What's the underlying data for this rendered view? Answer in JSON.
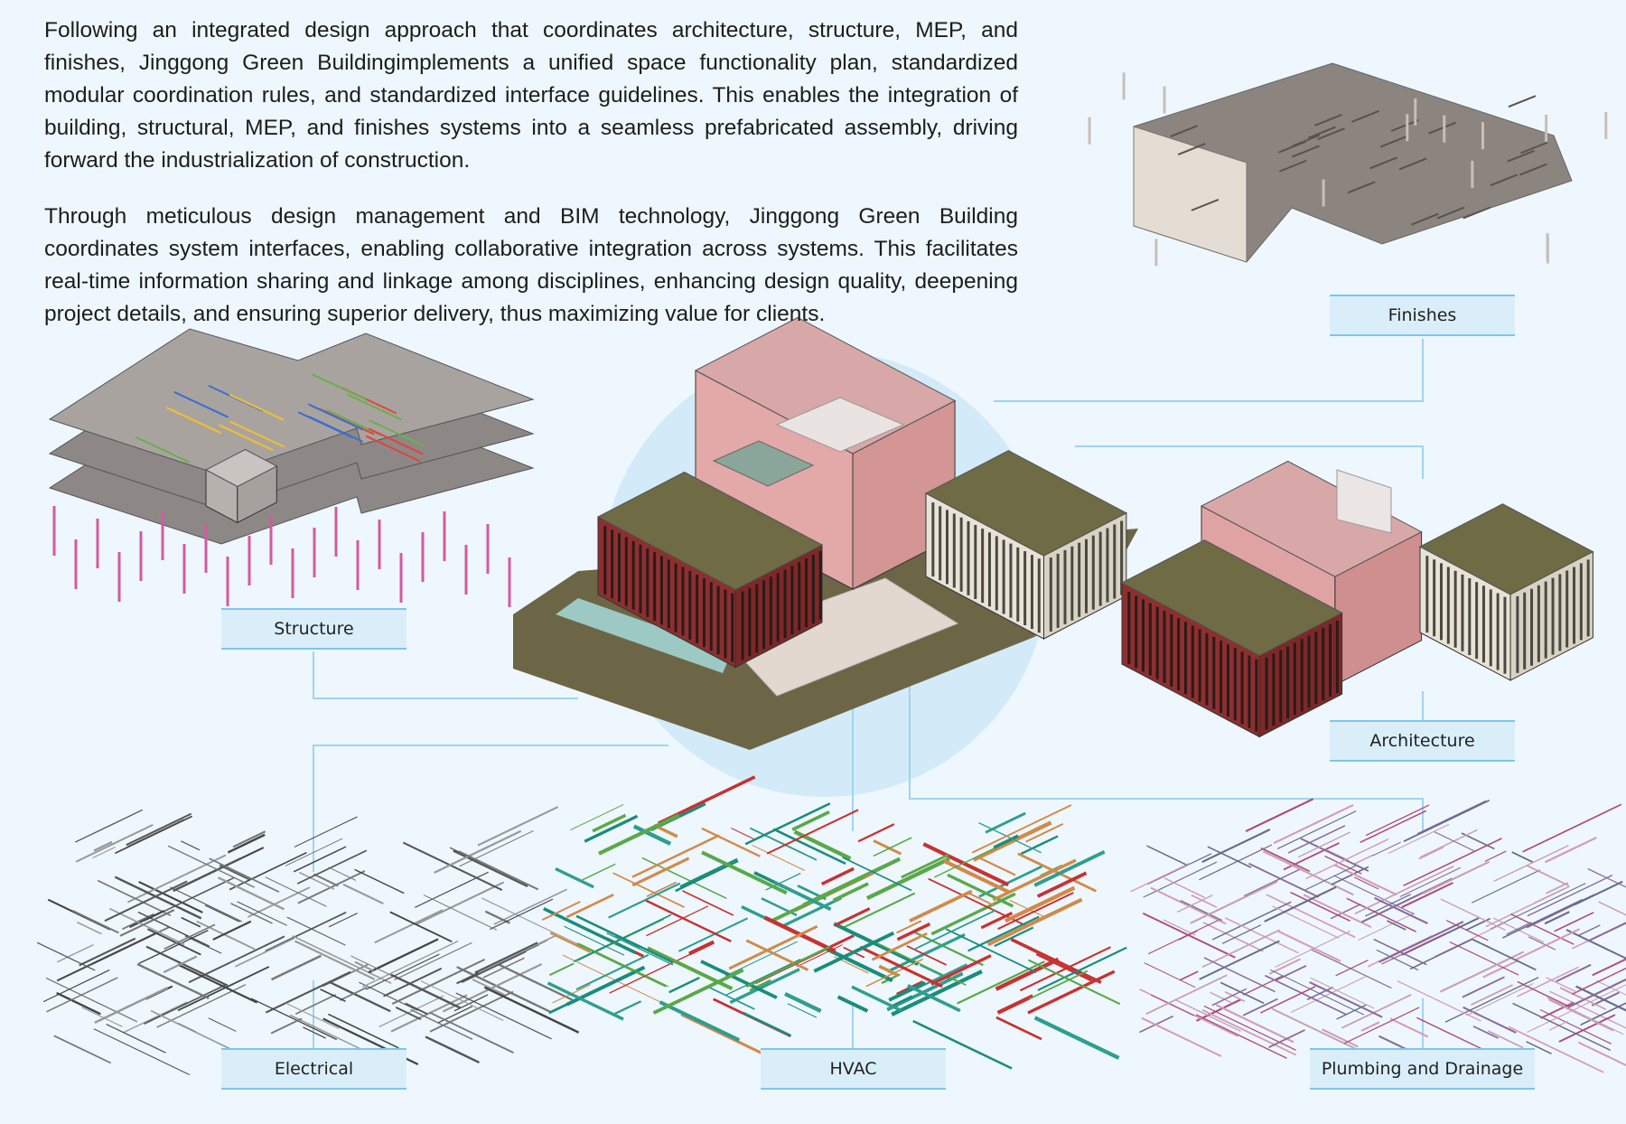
{
  "paragraphs": [
    "Following an integrated design approach that coordinates architecture, structure, MEP, and finishes, Jinggong Green Buildingimplements a unified space functionality plan, standardized modular coordination rules, and standardized interface guidelines. This enables the integration of building, structural, MEP, and finishes systems into a seamless prefabricated assembly, driving forward the industrialization of construction.",
    "Through meticulous design management and BIM technology, Jinggong Green Building coordinates system interfaces, enabling collaborative integration across systems. This facilitates real-time information sharing and linkage among disciplines, enhancing design quality, deepening project details, and ensuring superior delivery, thus maximizing value for clients."
  ],
  "labels": {
    "finishes": "Finishes",
    "structure": "Structure",
    "architecture": "Architecture",
    "electrical": "Electrical",
    "hvac": "HVAC",
    "plumbing": "Plumbing and Drainage"
  },
  "colors": {
    "background": "#eef7fd",
    "accent_line": "#7cc6ec",
    "label_fill": "#daeefa",
    "circle": "#cfe9f8"
  }
}
